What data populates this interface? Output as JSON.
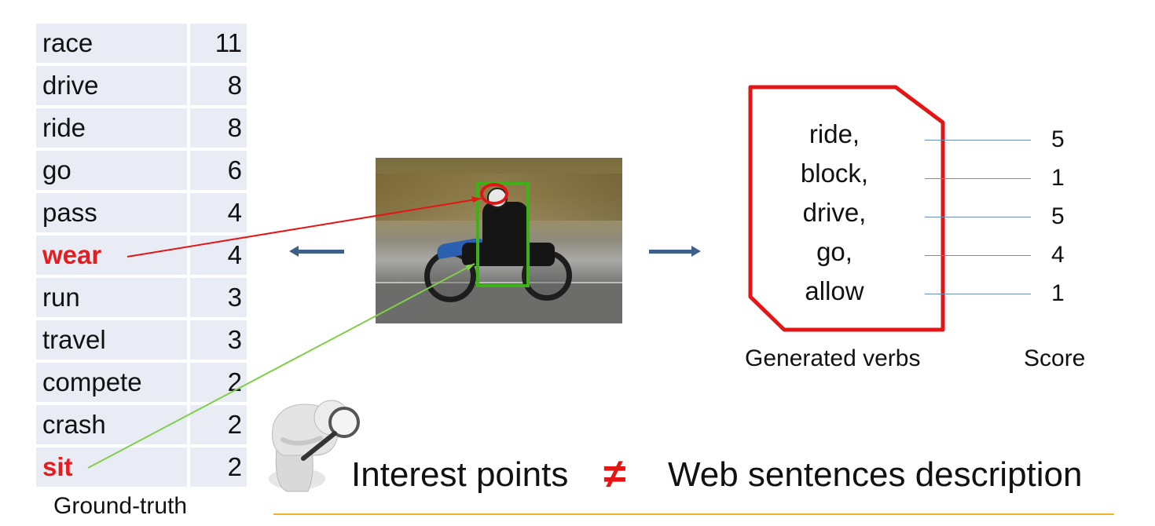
{
  "ground_truth": {
    "rows": [
      {
        "verb": "race",
        "count": "11",
        "highlight": false
      },
      {
        "verb": "drive",
        "count": "8",
        "highlight": false
      },
      {
        "verb": "ride",
        "count": "8",
        "highlight": false
      },
      {
        "verb": "go",
        "count": "6",
        "highlight": false
      },
      {
        "verb": "pass",
        "count": "4",
        "highlight": false
      },
      {
        "verb": "wear",
        "count": "4",
        "highlight": true
      },
      {
        "verb": "run",
        "count": "3",
        "highlight": false
      },
      {
        "verb": "travel",
        "count": "3",
        "highlight": false
      },
      {
        "verb": "compete",
        "count": "2",
        "highlight": false
      },
      {
        "verb": "crash",
        "count": "2",
        "highlight": false
      },
      {
        "verb": "sit",
        "count": "2",
        "highlight": true
      }
    ],
    "caption": "Ground-truth"
  },
  "generated": {
    "verbs": [
      "ride,",
      "block,",
      "drive,",
      "go,",
      "allow"
    ],
    "caption": "Generated verbs"
  },
  "scores": {
    "values": [
      "5",
      "1",
      "5",
      "4",
      "1"
    ],
    "caption": "Score"
  },
  "bottom": {
    "left_text": "Interest points",
    "symbol": "≠",
    "right_text": "Web sentences description"
  },
  "colors": {
    "highlight": "#e81c1c",
    "table_fill": "#e9ecf4",
    "green_box": "#3cb315",
    "red_ring": "#e01515",
    "arrow": "#3e5f87",
    "rule": "#f0b428"
  },
  "icons": {
    "figure": "magnifying-glass-figure-icon"
  }
}
